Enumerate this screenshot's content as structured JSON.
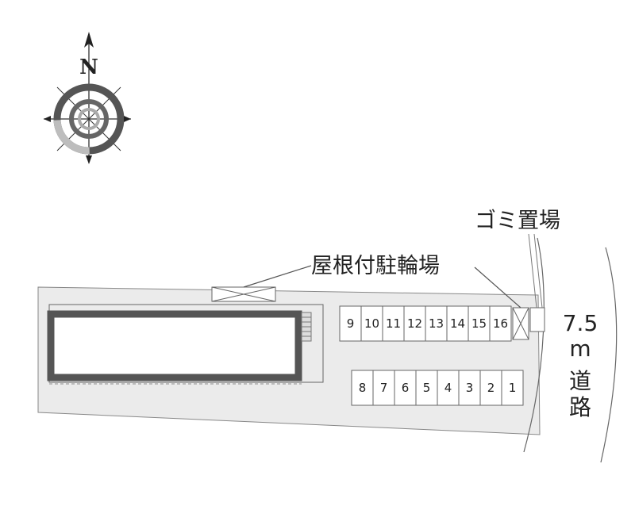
{
  "compass": {
    "north_label": "N",
    "icon": "compass-rose-icon"
  },
  "labels": {
    "covered_bike_parking": "屋根付駐輪場",
    "garbage_area": "ゴミ置場",
    "road_width": [
      "7.5",
      "m"
    ],
    "road_label": [
      "道",
      "路"
    ]
  },
  "parking": {
    "top_row": [
      "9",
      "10",
      "11",
      "12",
      "13",
      "14",
      "15",
      "16"
    ],
    "bottom_row": [
      "8",
      "7",
      "6",
      "5",
      "4",
      "3",
      "2",
      "1"
    ]
  },
  "colors": {
    "lot_fill": "#ebebeb",
    "building_border": "#666666",
    "line": "#555555"
  }
}
